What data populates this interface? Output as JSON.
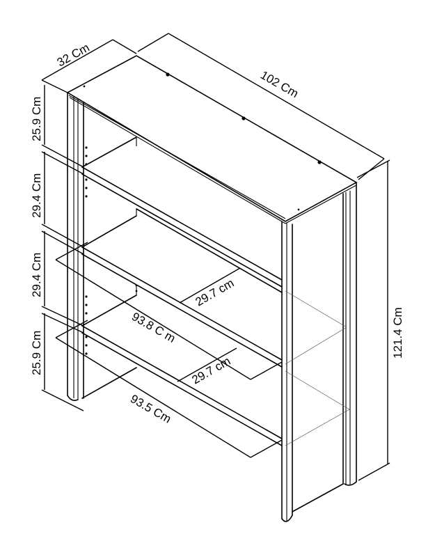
{
  "diagram": {
    "title": "Bookcase dimension drawing",
    "subject": "Open bookcase with top, two side panels and three shelves (isometric line drawing)",
    "colors": {
      "line": "#000000",
      "background": "#ffffff",
      "hidden_line": "#555555"
    },
    "dimensions": {
      "depth_top": "32 Cm",
      "width_top": "102 Cm",
      "total_height": "121.4 Cm",
      "section_1": "25.9 Cm",
      "section_2": "29.4 Cm",
      "section_3": "29.4 Cm",
      "section_4": "25.9 Cm",
      "shelf_depth_upper": "29.7 cm",
      "shelf_depth_lower": "29.7 cm",
      "shelf_width_inner_upper": "93.8 C m",
      "shelf_width_inner_lower": "93.5 Cm"
    }
  }
}
